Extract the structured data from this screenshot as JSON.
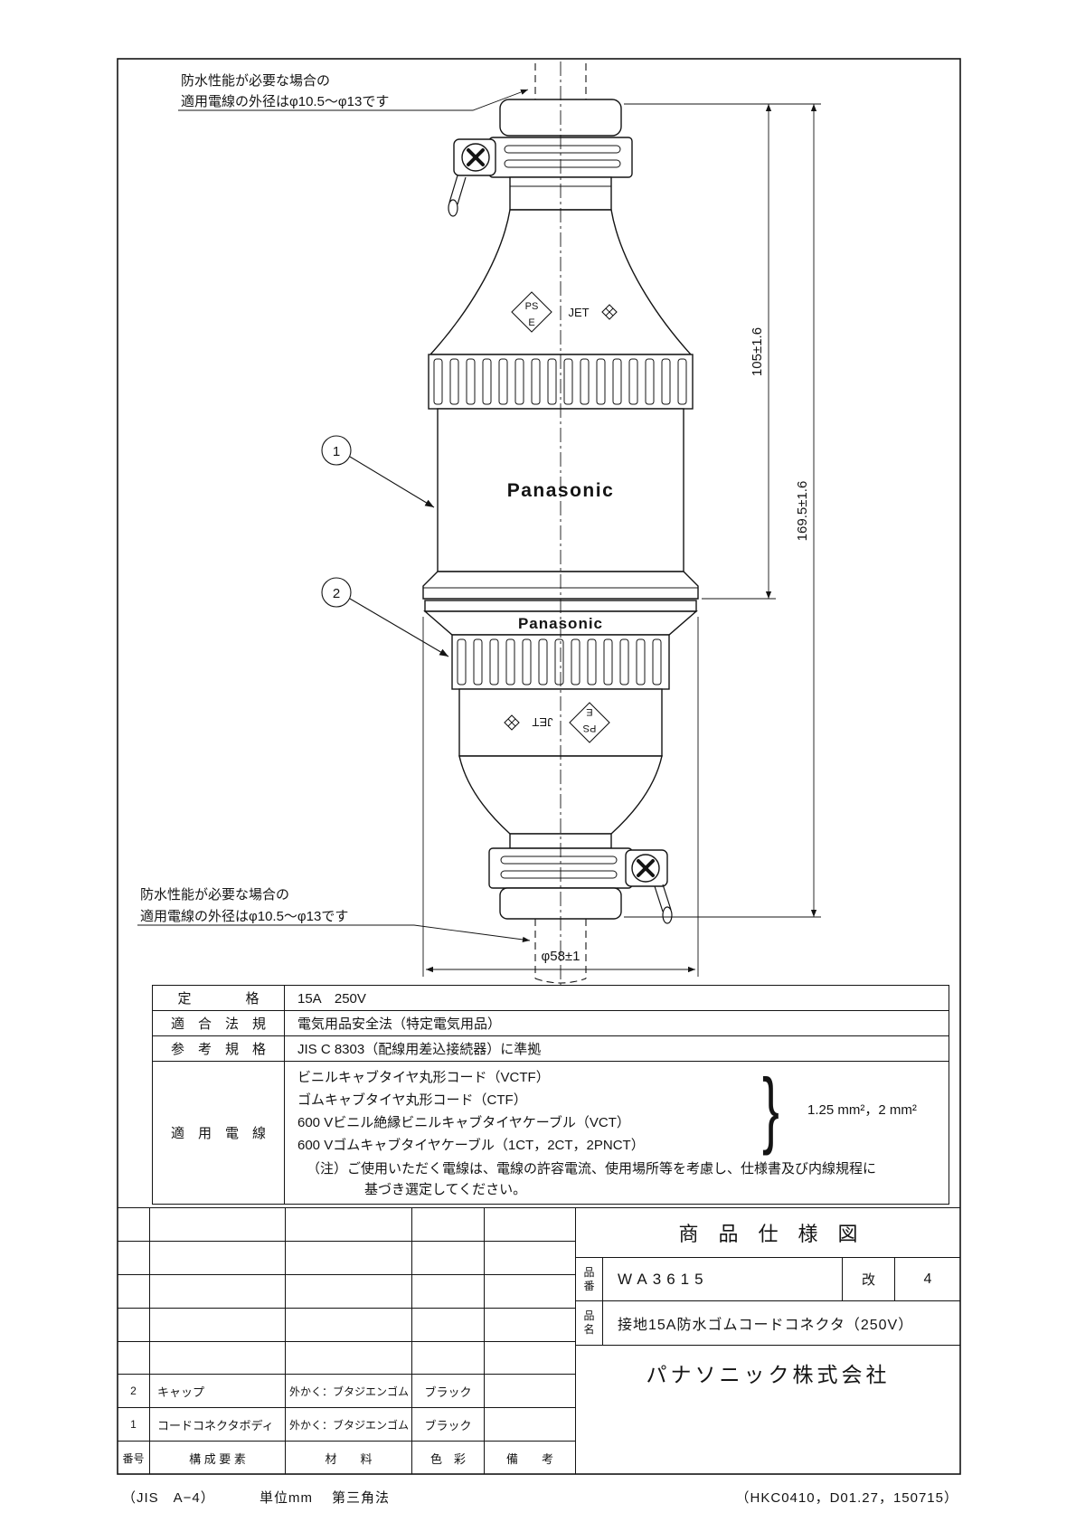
{
  "notes": {
    "top1": "防水性能が必要な場合の",
    "top2": "適用電線の外径はφ10.5～φ13です",
    "bottom1": "防水性能が必要な場合の",
    "bottom2": "適用電線の外径はφ10.5～φ13です"
  },
  "drawing": {
    "brand": "Panasonic",
    "ps": "PS",
    "e": "E",
    "jet": "JET",
    "balloon1": "1",
    "balloon2": "2"
  },
  "dims": {
    "upper": "105±1.6",
    "total": "169.5±1.6",
    "diameter": "φ58±1"
  },
  "spec": {
    "rating_label": "定　　　　格",
    "rating_value": "15A　250V",
    "law_label": "適　合　法　規",
    "law_value": "電気用品安全法（特定電気用品）",
    "std_label": "参　考　規　格",
    "std_value": "JIS C 8303（配線用差込接続器）に準拠",
    "wire_label": "適　用　電　線",
    "wire1": "ビニルキャブタイヤ丸形コード（VCTF）",
    "wire2": "ゴムキャブタイヤ丸形コード（CTF）",
    "wire3": "600 Vビニル絶縁ビニルキャブタイヤケーブル（VCT）",
    "wire4": "600 Vゴムキャブタイヤケーブル（1CT，2CT，2PNCT）",
    "brace": "}",
    "wire_size": "1.25 mm²，2 mm²",
    "note1": "（注）ご使用いただく電線は、電線の許容電流、使用場所等を考慮し、仕様書及び内線規程に",
    "note2": "基づき選定してください。"
  },
  "parts": {
    "h_no": "番号",
    "h_comp": "構 成 要 素",
    "h_mat": "材　　料",
    "h_col": "色　彩",
    "h_rem": "備　　考",
    "rows": [
      {
        "no": "2",
        "comp": "キャップ",
        "mat": "外かく：ブタジエンゴム",
        "col": "ブラック",
        "rem": ""
      },
      {
        "no": "1",
        "comp": "コードコネクタボディ",
        "mat": "外かく：ブタジエンゴム",
        "col": "ブラック",
        "rem": ""
      }
    ]
  },
  "title_block": {
    "doc_title": "商　品　仕　様　図",
    "part_no_label": "品\n番",
    "part_no": "WA3615",
    "rev_label": "改",
    "rev": "4",
    "name_label": "品\n名",
    "product_name": "接地15A防水ゴムコードコネクタ（250V）",
    "company": "パナソニック株式会社"
  },
  "footer": {
    "paper": "（JIS　A−4）",
    "unit": "単位mm",
    "projection": "第三角法",
    "code": "（HKC0410，D01.27，150715）"
  }
}
